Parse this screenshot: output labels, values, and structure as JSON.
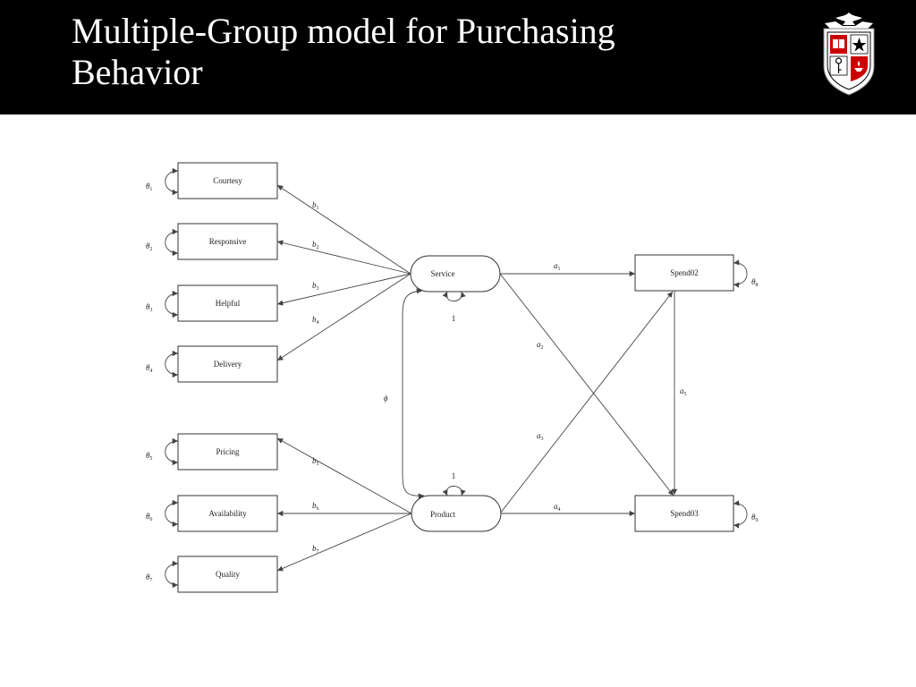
{
  "slide": {
    "title_line1": "Multiple-Group model for Purchasing",
    "title_line2": "Behavior",
    "logo_icon": "shield-crest-icon"
  },
  "diagram": {
    "indicators": [
      {
        "label": "Courtesy",
        "error": "θ",
        "error_sub": "1",
        "loading": "b",
        "loading_sub": "1"
      },
      {
        "label": "Responsive",
        "error": "θ",
        "error_sub": "2",
        "loading": "b",
        "loading_sub": "2"
      },
      {
        "label": "Helpful",
        "error": "θ",
        "error_sub": "3",
        "loading": "b",
        "loading_sub": "3"
      },
      {
        "label": "Delivery",
        "error": "θ",
        "error_sub": "4",
        "loading": "b",
        "loading_sub": "4"
      },
      {
        "label": "Pricing",
        "error": "θ",
        "error_sub": "5",
        "loading": "b",
        "loading_sub": "5"
      },
      {
        "label": "Availability",
        "error": "θ",
        "error_sub": "6",
        "loading": "b",
        "loading_sub": "6"
      },
      {
        "label": "Quality",
        "error": "θ",
        "error_sub": "7",
        "loading": "b",
        "loading_sub": "7"
      }
    ],
    "latents": [
      {
        "label": "Service",
        "variance": "1"
      },
      {
        "label": "Product",
        "variance": "1"
      }
    ],
    "covariance_label": "ϕ",
    "outcomes": [
      {
        "label": "Spend02",
        "error": "θ",
        "error_sub": "8"
      },
      {
        "label": "Spend03",
        "error": "θ",
        "error_sub": "9"
      }
    ],
    "paths": [
      {
        "label": "a",
        "sub": "1"
      },
      {
        "label": "a",
        "sub": "2"
      },
      {
        "label": "a",
        "sub": "3"
      },
      {
        "label": "a",
        "sub": "4"
      },
      {
        "label": "a",
        "sub": "5"
      }
    ]
  },
  "colors": {
    "header_bg": "#000000",
    "title_text": "#ffffff",
    "logo_red": "#cc0000",
    "line": "#444444"
  }
}
